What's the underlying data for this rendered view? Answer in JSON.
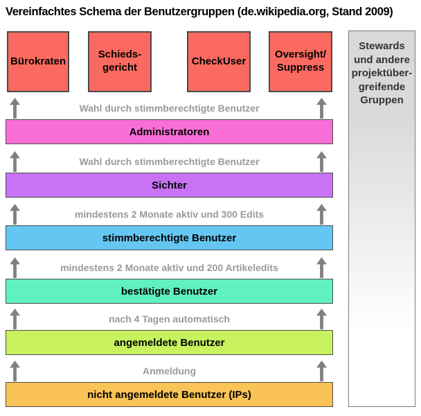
{
  "title": "Vereinfachtes Schema der Benutzergruppen (de.wikipedia.org, Stand 2009)",
  "colors": {
    "red": "#fa6a60",
    "pink": "#fa6ed8",
    "purple": "#c873f5",
    "blue": "#66c6f2",
    "mint": "#5ff2be",
    "green": "#c8f25e",
    "orange": "#fac355",
    "arrow": "#808080",
    "step_text": "#999999",
    "border": "#4a4a4a",
    "gray_box_top": "#d9d9d9",
    "gray_box_bottom": "#ffffff"
  },
  "top_boxes": [
    {
      "label": "Bürokraten"
    },
    {
      "label": "Schieds-\ngericht"
    },
    {
      "label": "CheckUser"
    },
    {
      "label": "Oversight/\nSuppress"
    }
  ],
  "stewards_box": {
    "label": "Stewards\nund andere\nprojektüber-\ngreifende\nGruppen"
  },
  "ladder": {
    "bars": [
      {
        "label": "Administratoren",
        "color": "#fa6ed8"
      },
      {
        "label": "Sichter",
        "color": "#c873f5"
      },
      {
        "label": "stimmberechtigte Benutzer",
        "color": "#66c6f2"
      },
      {
        "label": "bestätigte Benutzer",
        "color": "#5ff2be"
      },
      {
        "label": "angemeldete Benutzer",
        "color": "#c8f25e"
      },
      {
        "label": "nicht angemeldete Benutzer (IPs)",
        "color": "#fac355"
      }
    ],
    "steps": [
      {
        "label": "Wahl durch stimmberechtigte Benutzer"
      },
      {
        "label": "Wahl durch stimmberechtigte Benutzer"
      },
      {
        "label": "mindestens 2 Monate aktiv und 300 Edits"
      },
      {
        "label": "mindestens 2 Monate aktiv und 200 Artikeledits"
      },
      {
        "label": "nach 4 Tagen automatisch"
      },
      {
        "label": "Anmeldung"
      }
    ]
  }
}
